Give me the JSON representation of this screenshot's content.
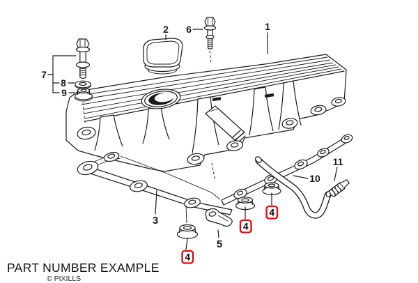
{
  "colors": {
    "line": "#1a1a1a",
    "highlight": "#e30613",
    "background": "#ffffff"
  },
  "callouts": {
    "c1": "1",
    "c2": "2",
    "c3": "3",
    "c4a": "4",
    "c4b": "4",
    "c4c": "4",
    "c5": "5",
    "c6": "6",
    "c7": "7",
    "c8": "8",
    "c9": "9",
    "c10": "10",
    "c11": "11"
  },
  "footer": {
    "heading": "PART NUMBER EXAMPLE",
    "copyright": "© PIXILLS"
  }
}
